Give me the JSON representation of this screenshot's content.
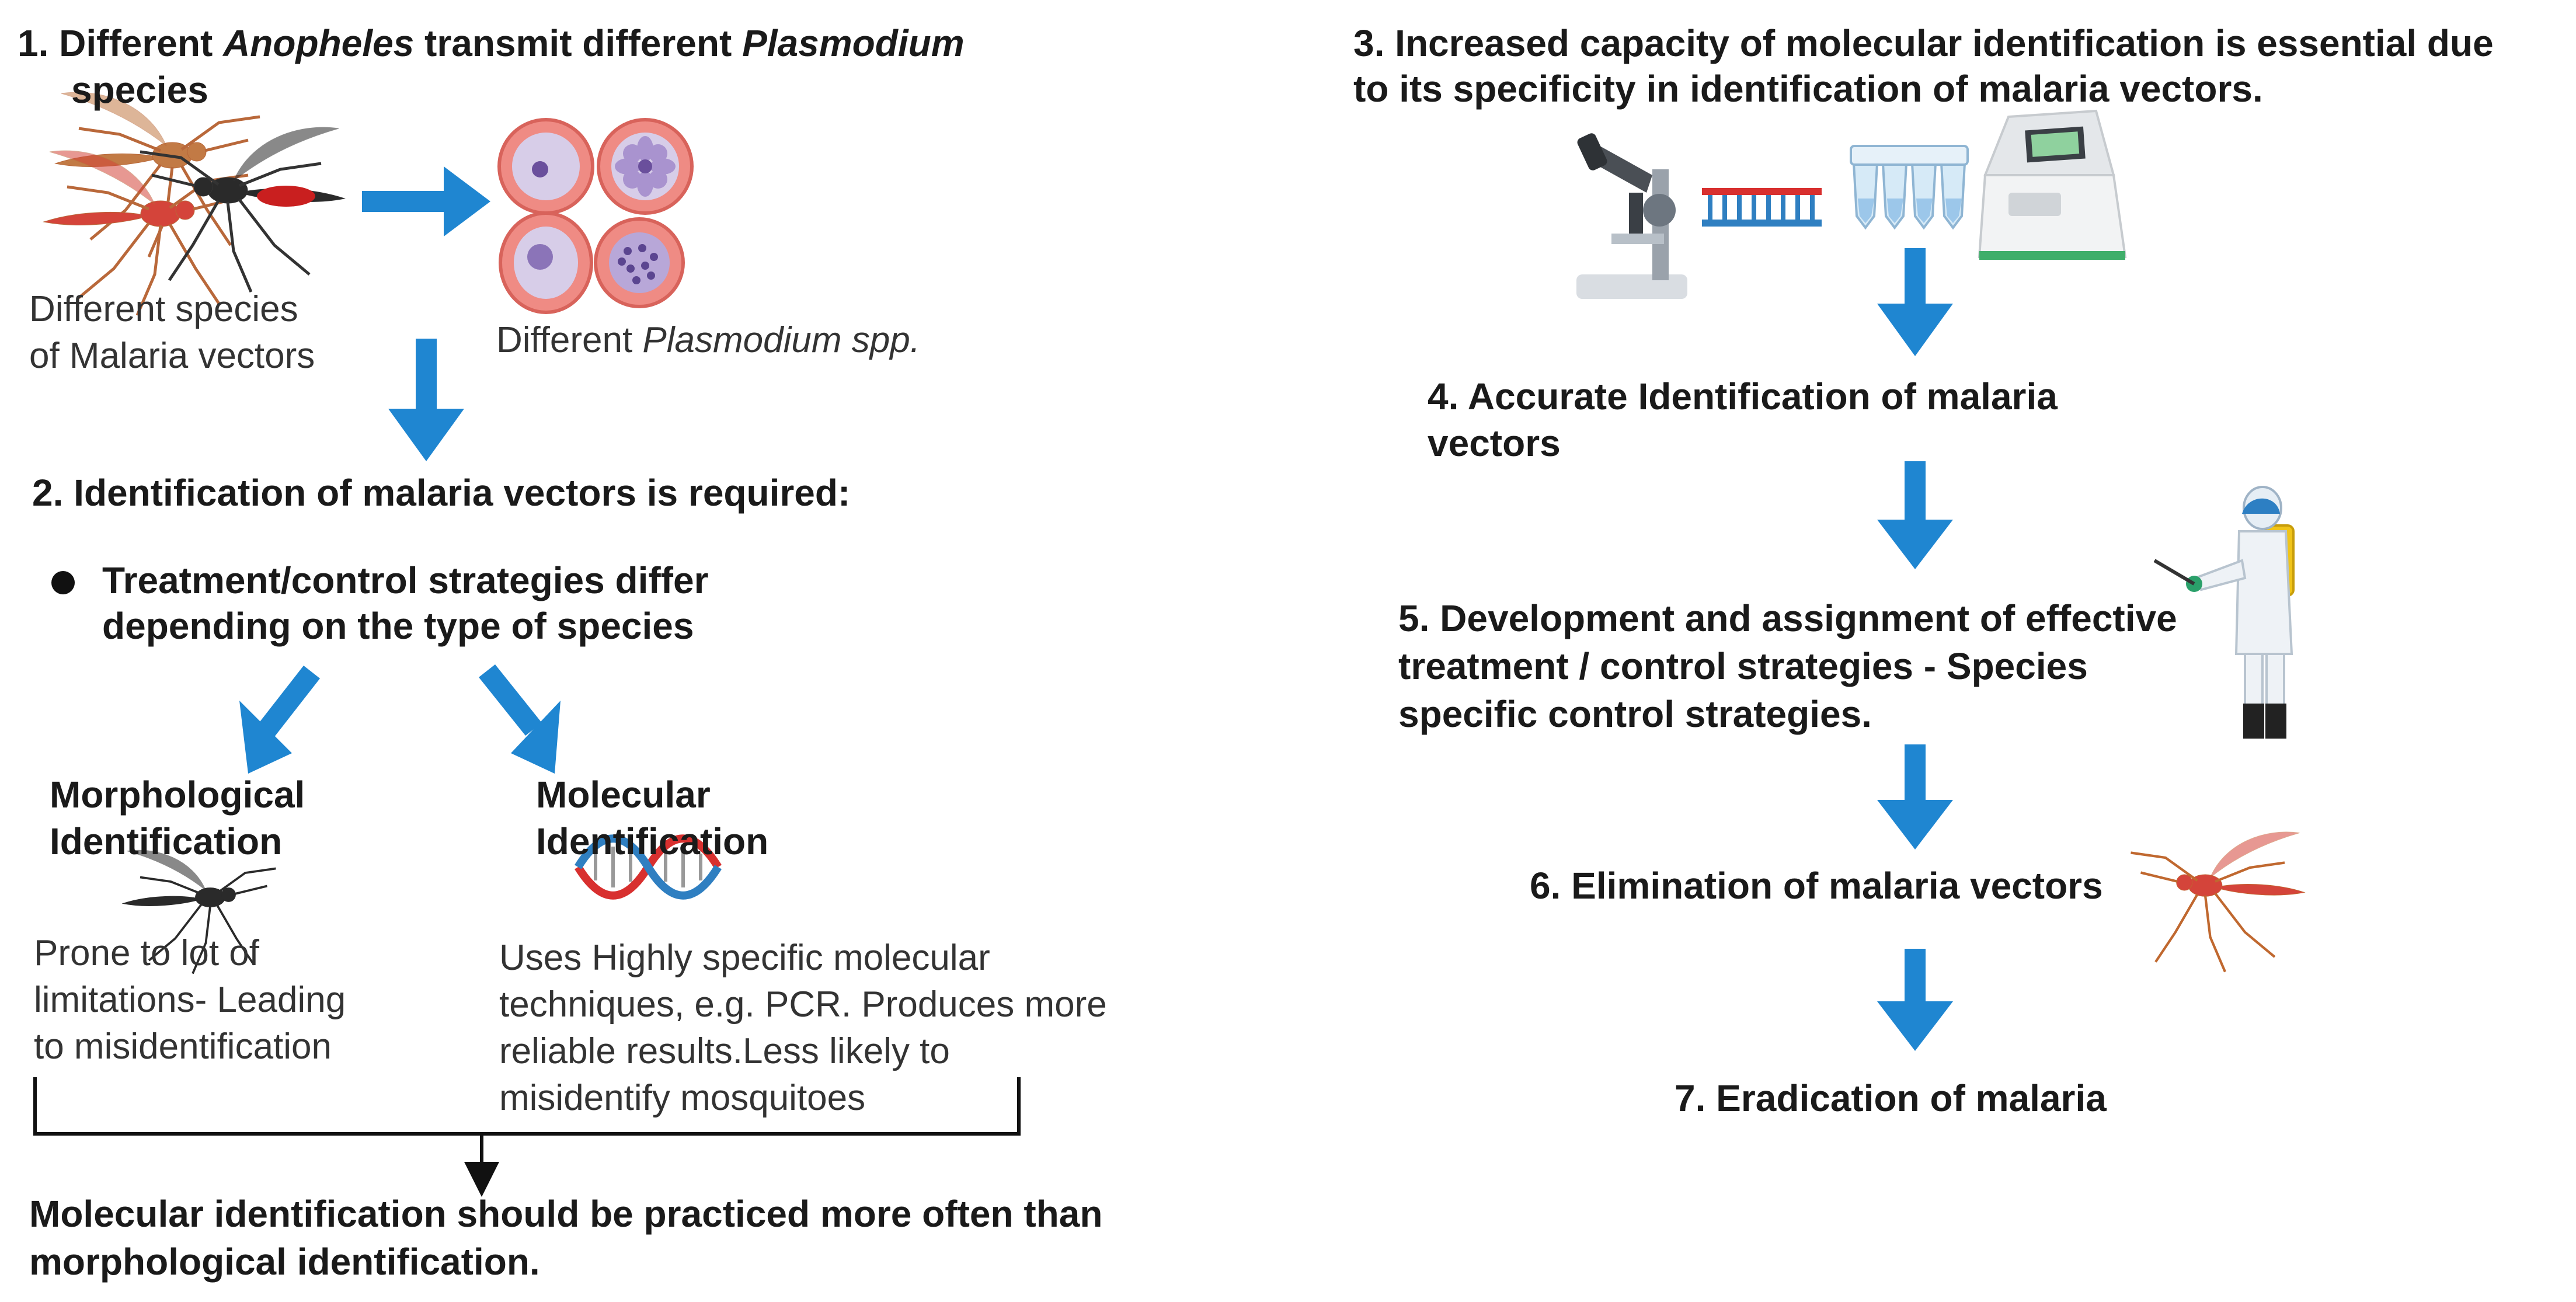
{
  "left": {
    "step1": {
      "num": "1.",
      "pre": "Different ",
      "italic1": "Anopheles",
      "mid": " transmit different ",
      "italic2": "Plasmodium",
      "line2": "species"
    },
    "vectors_caption": [
      "Different species",
      "of Malaria vectors"
    ],
    "plasmodium_caption": {
      "pre": "Different ",
      "italic": "Plasmodium spp."
    },
    "step2": "2. Identification of malaria vectors is required:",
    "bullet": [
      "Treatment/control strategies differ",
      "depending on the type of species"
    ],
    "morph": {
      "title": [
        "Morphological",
        "Identification"
      ],
      "desc": [
        "Prone to lot of",
        "limitations- Leading",
        "to misidentification"
      ]
    },
    "molec": {
      "title": [
        "Molecular",
        "Identification"
      ],
      "desc": [
        "Uses Highly specific molecular",
        "techniques, e.g. PCR. Produces more",
        "reliable results.Less likely to",
        "misidentify mosquitoes"
      ]
    },
    "conclusion": [
      "Molecular identification should be practiced more often than",
      "morphological identification."
    ]
  },
  "right": {
    "step3": [
      "3. Increased capacity of molecular identification is essential due",
      "to its specificity in identification of malaria vectors."
    ],
    "step4": [
      "4. Accurate Identification of malaria",
      "vectors"
    ],
    "step5": [
      "5. Development and assignment of effective",
      "treatment / control strategies - Species",
      "specific control strategies."
    ],
    "step6": "6. Elimination of malaria vectors",
    "step7": "7. Eradication of malaria"
  },
  "colors": {
    "arrow": "#1f86d1",
    "mosquito_red": "#d4443a",
    "mosquito_brown": "#b9683a",
    "cell": "#ef8b84",
    "dna_red": "#d8302f",
    "dna_blue": "#2f7fc1"
  },
  "icons": [
    "mosquito-icon",
    "plasmodium-cells-icon",
    "dna-icon",
    "microscope-icon",
    "pcr-tubes-icon",
    "pcr-machine-icon",
    "sprayer-worker-icon"
  ]
}
